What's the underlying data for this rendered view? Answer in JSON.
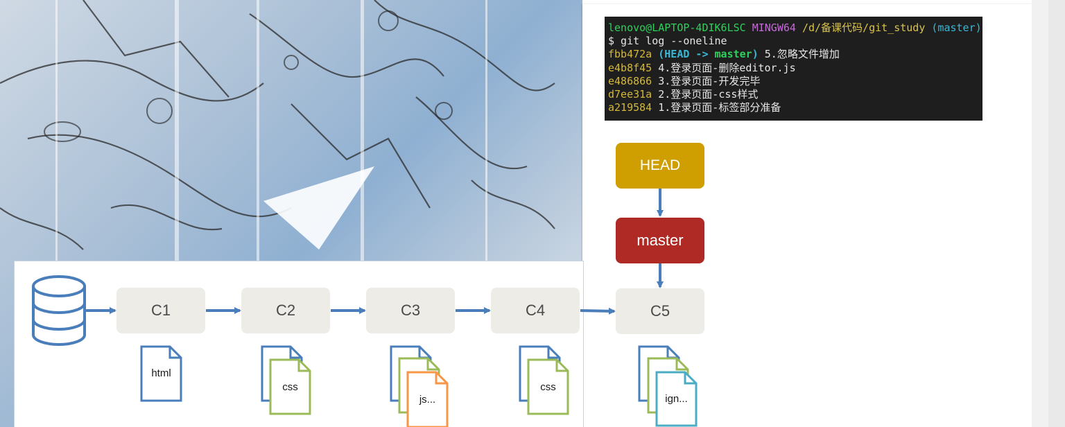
{
  "terminal": {
    "prompt_user": "lenovo@LAPTOP-4DIK6LSC",
    "prompt_env": "MINGW64",
    "prompt_path": "/d/备课代码/git_study",
    "prompt_branch": "(master)",
    "command": "$ git log --oneline",
    "log": [
      {
        "hash": "fbb472a",
        "refs_open": "(",
        "head_ref": "HEAD ->",
        "branch_ref": "master",
        "refs_close": ")",
        "message": "5.忽略文件增加"
      },
      {
        "hash": "e4b8f45",
        "message": "4.登录页面-删除editor.js"
      },
      {
        "hash": "e486866",
        "message": "3.登录页面-开发完毕"
      },
      {
        "hash": "d7ee31a",
        "message": "2.登录页面-css样式"
      },
      {
        "hash": "a219584",
        "message": "1.登录页面-标签部分准备"
      }
    ]
  },
  "diagram": {
    "pointers": {
      "head": "HEAD",
      "branch": "master"
    },
    "commits": [
      "C1",
      "C2",
      "C3",
      "C4",
      "C5"
    ],
    "files": {
      "c1": "html",
      "c2": "css",
      "c3": "js...",
      "c4": "css",
      "c5": "ign..."
    },
    "icons": {
      "repository": "database-icon",
      "file": "document-icon"
    }
  },
  "colors": {
    "head": "#cf9e00",
    "master": "#b02a25",
    "commit_bg": "#eeece6",
    "arrow": "#4a7ebb",
    "file_blue": "#4a7ebb",
    "file_green": "#9bbb59",
    "file_orange": "#f79646",
    "file_teal": "#4bacc6"
  }
}
